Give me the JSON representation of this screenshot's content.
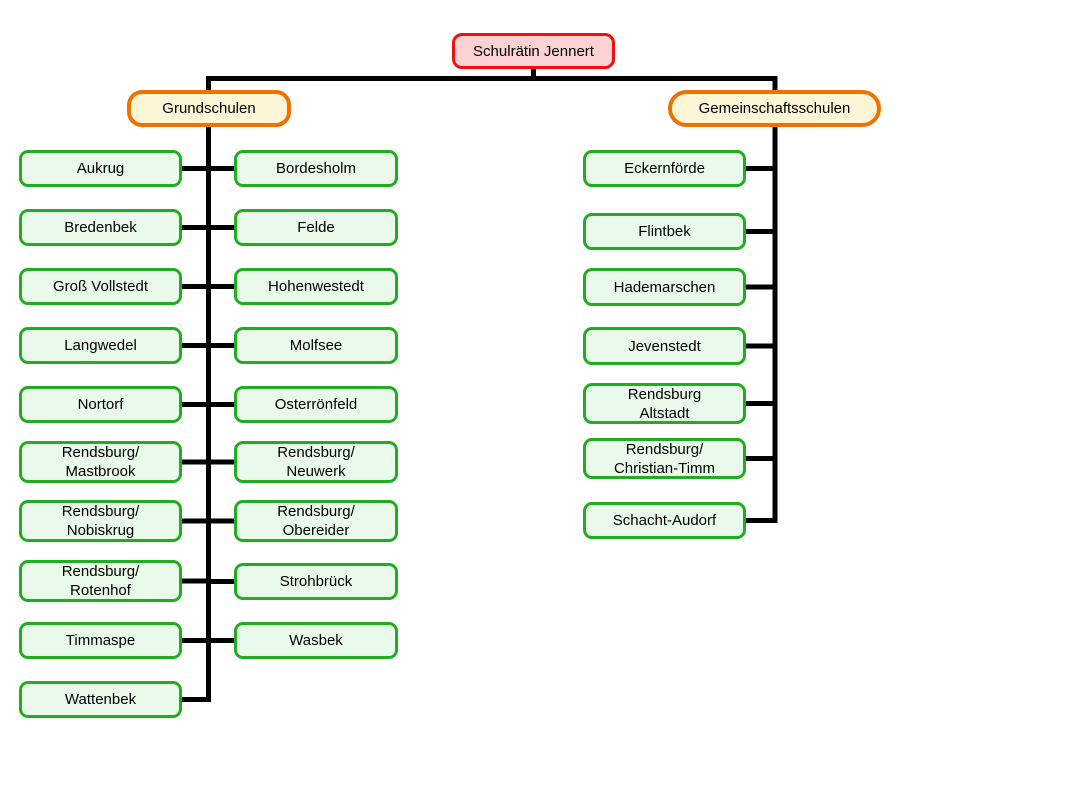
{
  "colors": {
    "root_fill": "#FBD2D2",
    "root_border": "#EE1111",
    "branch_fill": "#FDF6D6",
    "branch_border": "#F07100",
    "school_fill": "#EAFAEA",
    "school_border": "#21AC21",
    "connector": "#000000"
  },
  "diagram": {
    "title_node": "Schulrätin Jennert",
    "branches": {
      "left": "Grundschulen",
      "right": "Gemeinschaftsschulen"
    },
    "grundschulen": {
      "left_column": [
        "Aukrug",
        "Bredenbek",
        "Groß Vollstedt",
        "Langwedel",
        "Nortorf",
        "Rendsburg/\nMastbrook",
        "Rendsburg/\nNobiskrug",
        "Rendsburg/\nRotenhof",
        "Timmaspe",
        "Wattenbek"
      ],
      "right_column": [
        "Bordesholm",
        "Felde",
        "Hohenwestedt",
        "Molfsee",
        "Osterrönfeld",
        "Rendsburg/\nNeuwerk",
        "Rendsburg/\nObereider",
        "Strohbrück",
        "Wasbek"
      ]
    },
    "gemeinschaftsschulen": {
      "column": [
        "Eckernförde",
        "Flintbek",
        "Hademarschen",
        "Jevenstedt",
        "Rendsburg\nAltstadt",
        "Rendsburg/\nChristian-Timm",
        "Schacht-Audorf"
      ]
    }
  }
}
